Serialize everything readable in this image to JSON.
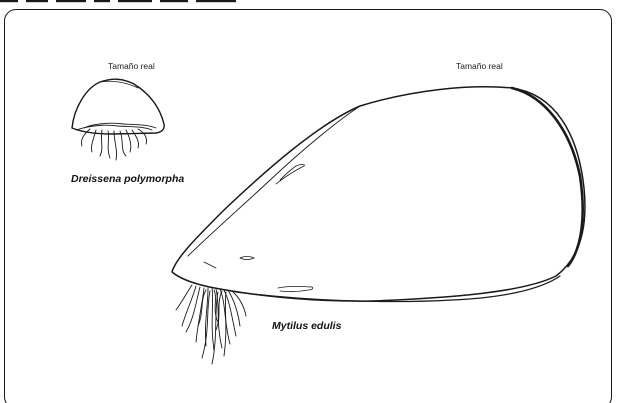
{
  "labels": {
    "small_size": "Tamaño real",
    "large_size": "Tamaño real",
    "small_species": "Dreissena polymorpha",
    "large_species": "Mytilus edulis"
  },
  "colors": {
    "ink": "#1a1a1a",
    "background": "#ffffff"
  }
}
